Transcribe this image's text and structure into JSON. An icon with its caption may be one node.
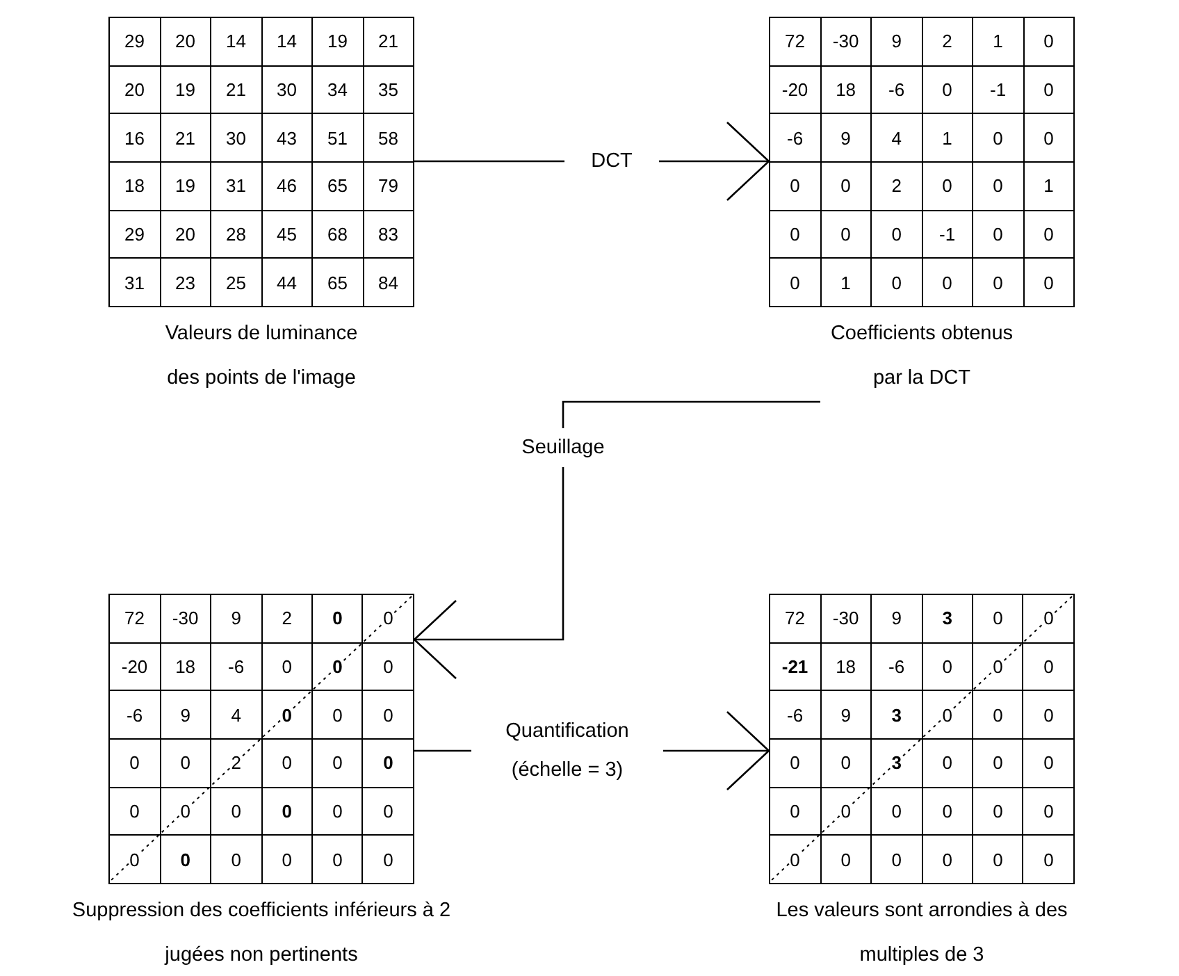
{
  "diagram": {
    "nodes": [
      {
        "text": [
          "29",
          "20",
          "14",
          "14",
          "19",
          "21",
          "20",
          "19",
          "21",
          "30",
          "34",
          "35",
          "16",
          "21",
          "30",
          "43",
          "51",
          "58",
          "18",
          "19",
          "31",
          "46",
          "65",
          "79",
          "29",
          "20",
          "28",
          "45",
          "68",
          "83",
          "31",
          "23",
          "25",
          "44",
          "65",
          "84",
          "Valeurs de luminance des points de l'image"
        ]
      },
      {
        "text": [
          "72",
          "-30",
          "9",
          "2",
          "1",
          "0",
          "-20",
          "18",
          "-6",
          "0",
          "-1",
          "0",
          "-6",
          "9",
          "4",
          "1",
          "0",
          "0",
          "0",
          "0",
          "2",
          "0",
          "0",
          "1",
          "0",
          "0",
          "0",
          "-1",
          "0",
          "0",
          "0",
          "1",
          "0",
          "0",
          "0",
          "0",
          "Coefficients obtenus par la DCT"
        ]
      },
      {
        "text": [
          "72",
          "-30",
          "9",
          "2",
          "**0**",
          "0",
          "-20",
          "18",
          "-6",
          "0",
          "**0**",
          "0",
          "-6",
          "9",
          "4",
          "**0**",
          "0",
          "0",
          "0",
          "0",
          "2",
          "0",
          "0",
          "**0**",
          "0",
          "0",
          "0",
          "**0**",
          "0",
          "0",
          "0",
          "**0**",
          "0",
          "0",
          "0",
          "0",
          "Suppression des coefficients inférieurs à 2 jugées non pertinents"
        ]
      },
      {
        "text": [
          "72",
          "-30",
          "9",
          "**3**",
          "0",
          "0",
          "**-21**",
          "18",
          "-6",
          "0",
          "0",
          "0",
          "-6",
          "9",
          "**3**",
          "0",
          "0",
          "0",
          "0",
          "0",
          "**3**",
          "0",
          "0",
          "0",
          "0",
          "0",
          "0",
          "0",
          "0",
          "0",
          "0",
          "0",
          "0",
          "0",
          "0",
          "0",
          "Les valeurs sont arrondies à des multiples de 3"
        ]
      }
    ],
    "edges": [
      {
        "from": 0,
        "to": 1,
        "arrow": "to",
        "label": "DCT"
      },
      {
        "from": 1,
        "to": 2,
        "arrow": "to",
        "label": "Seuillage"
      },
      {
        "from": 2,
        "to": 3,
        "arrow": "to",
        "label": "Quantification (échelle = 3)"
      }
    ]
  }
}
